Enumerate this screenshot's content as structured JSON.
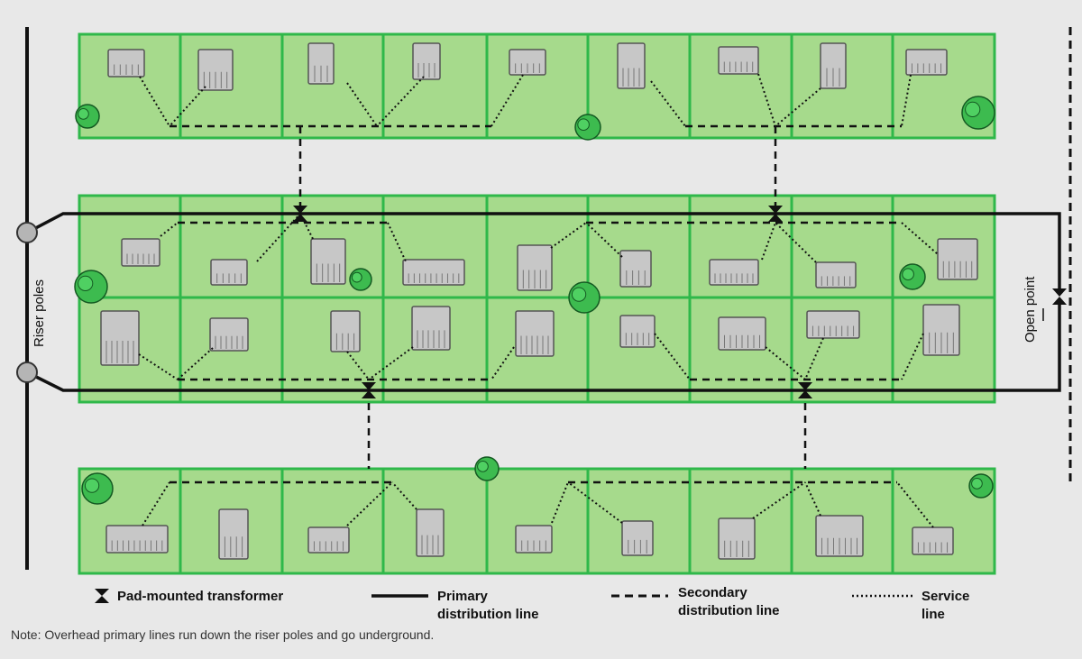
{
  "labels": {
    "riser_poles": "Riser poles",
    "open_point": "Open point"
  },
  "legend": {
    "transformer": "Pad-mounted transformer",
    "primary_line1": "Primary",
    "primary_line2": "distribution line",
    "secondary_line1": "Secondary",
    "secondary_line2": "distribution line",
    "service_line1": "Service",
    "service_line2": "line"
  },
  "note": "Note: Overhead primary lines run down the riser poles and go underground.",
  "colors": {
    "background": "#e8e8e8",
    "lot_fill": "#a6da8c",
    "lot_border": "#2fb84a",
    "house": "#c7c7c7",
    "tree": "#3dbb4f",
    "line": "#111111",
    "pole": "#b5b5b5"
  }
}
